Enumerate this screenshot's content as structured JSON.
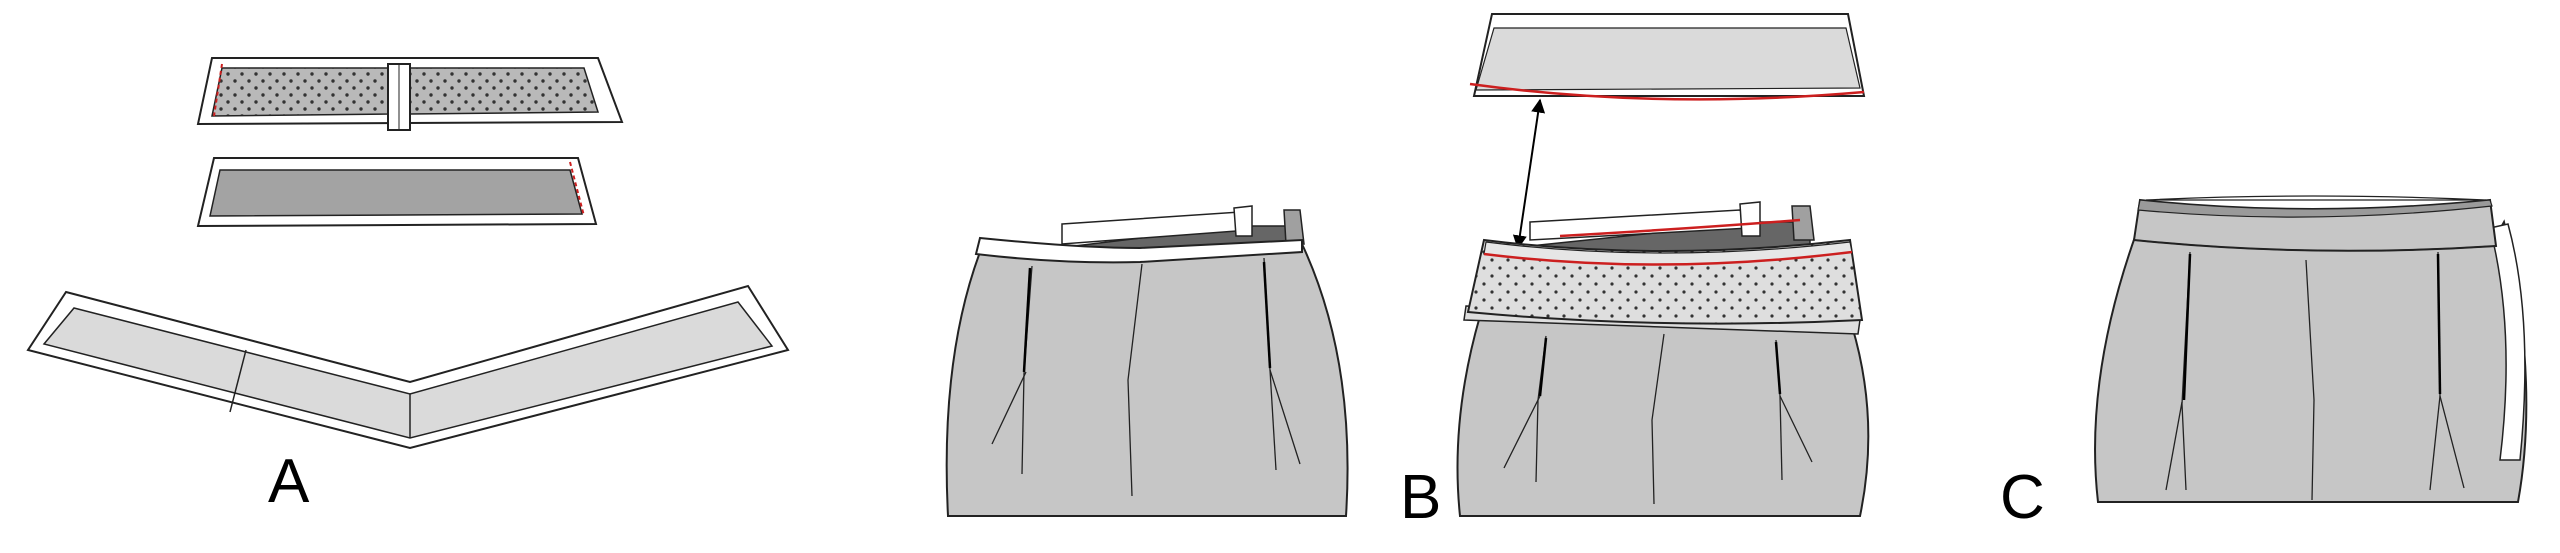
{
  "labels": {
    "a": "A",
    "b": "B",
    "c": "C"
  },
  "colors": {
    "outline": "#222222",
    "seam_red": "#cc1f1f",
    "fabric_light": "#dadada",
    "fabric_mid": "#c6c6c6",
    "fabric_dark": "#9a9a9a",
    "interfacing": "#a7a7a7",
    "shadow": "#666666"
  }
}
